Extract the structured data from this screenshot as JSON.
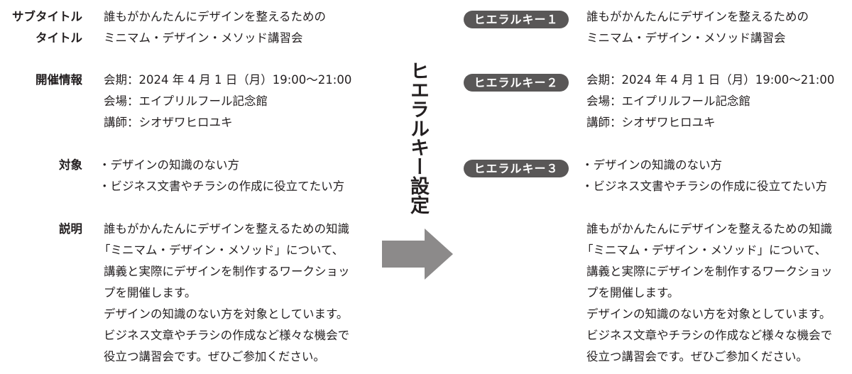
{
  "left": {
    "subtitle_label": "サブタイトル",
    "title_label": "タイトル",
    "subtitle_text": "誰もがかんたんにデザインを整えるための",
    "title_text": "ミニマム・デザイン・メソッド講習会",
    "info_label": "開催情報",
    "info_lines": [
      "会期：2024 年 4 月 1 日（月）19:00〜21:00",
      "会場：エイプリルフール記念館",
      "講師：シオザワヒロユキ"
    ],
    "target_label": "対象",
    "target_lines": [
      "・デザインの知識のない方",
      "・ビジネス文書やチラシの作成に役立てたい方"
    ],
    "desc_label": "説明",
    "desc_lines": [
      "誰もがかんたんにデザインを整えるための知識",
      "「ミニマム・デザイン・メソッド」について、",
      "講義と実際にデザインを制作するワークショッ",
      "プを開催します。",
      "デザインの知識のない方を対象としています。",
      "ビジネス文章やチラシの作成など様々な機会で",
      "役立つ講習会です。ぜひご参加ください。"
    ]
  },
  "center": {
    "vertical_title": "ヒエラルキー設定",
    "arrow_color": "#8c8a8a"
  },
  "right": {
    "pill1": "ヒエラルキー１",
    "pill2": "ヒエラルキー２",
    "pill3": "ヒエラルキー３",
    "pill_color": "#595757",
    "lines1": [
      "誰もがかんたんにデザインを整えるための",
      "ミニマム・デザイン・メソッド講習会"
    ],
    "lines2": [
      "会期：2024 年 4 月 1 日（月）19:00〜21:00",
      "会場：エイプリルフール記念館",
      "講師：シオザワヒロユキ"
    ],
    "lines3": [
      "・デザインの知識のない方",
      "・ビジネス文書やチラシの作成に役立てたい方"
    ],
    "desc_lines": [
      "誰もがかんたんにデザインを整えるための知識",
      "「ミニマム・デザイン・メソッド」について、",
      "講義と実際にデザインを制作するワークショッ",
      "プを開催します。",
      "デザインの知識のない方を対象としています。",
      "ビジネス文章やチラシの作成など様々な機会で",
      "役立つ講習会です。ぜひご参加ください。"
    ]
  }
}
